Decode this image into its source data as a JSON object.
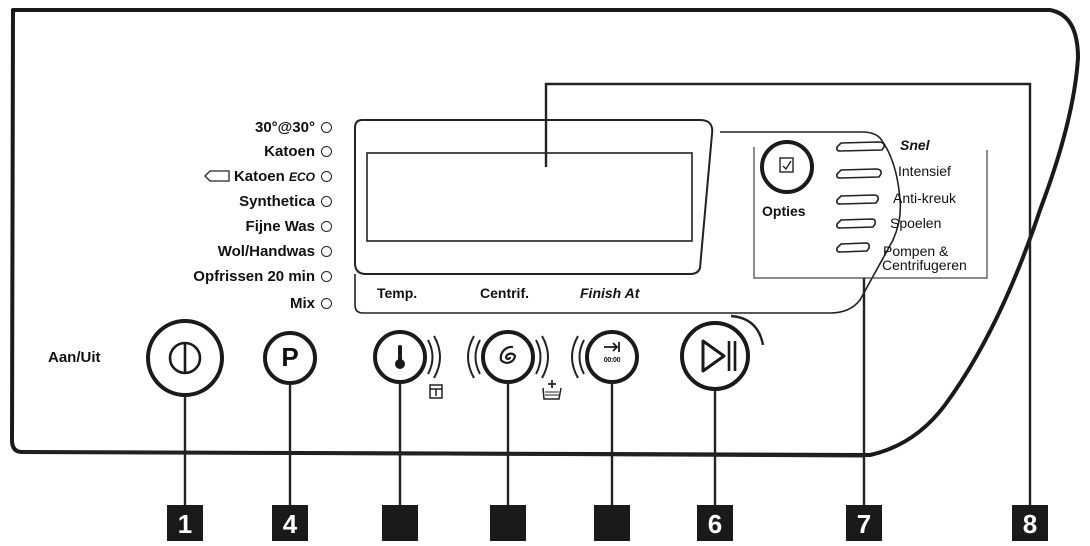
{
  "programs": [
    {
      "label": "30°@30°"
    },
    {
      "label": "Katoen"
    },
    {
      "label": "Katoen",
      "suffix": "ECO"
    },
    {
      "label": "Synthetica"
    },
    {
      "label": "Fijne Was"
    },
    {
      "label": "Wol/Handwas"
    },
    {
      "label": "Opfrissen 20 min"
    },
    {
      "label": "Mix"
    }
  ],
  "power": {
    "label": "Aan/Uit"
  },
  "display": {
    "temp_label": "Temp.",
    "spin_label": "Centrif.",
    "finish_label": "Finish At"
  },
  "options": {
    "button_label": "Opties",
    "items": [
      {
        "label": "Snel"
      },
      {
        "label": "Intensief"
      },
      {
        "label": "Anti-kreuk"
      },
      {
        "label": "Spoelen"
      },
      {
        "label": "Pompen &"
      },
      {
        "label": "Centrifugeren"
      }
    ]
  },
  "program_button": {
    "symbol": "P"
  },
  "finish_button": {
    "symbol": "00:00"
  },
  "markers": [
    "1",
    "4",
    "",
    "",
    "",
    "6",
    "7",
    "8"
  ]
}
